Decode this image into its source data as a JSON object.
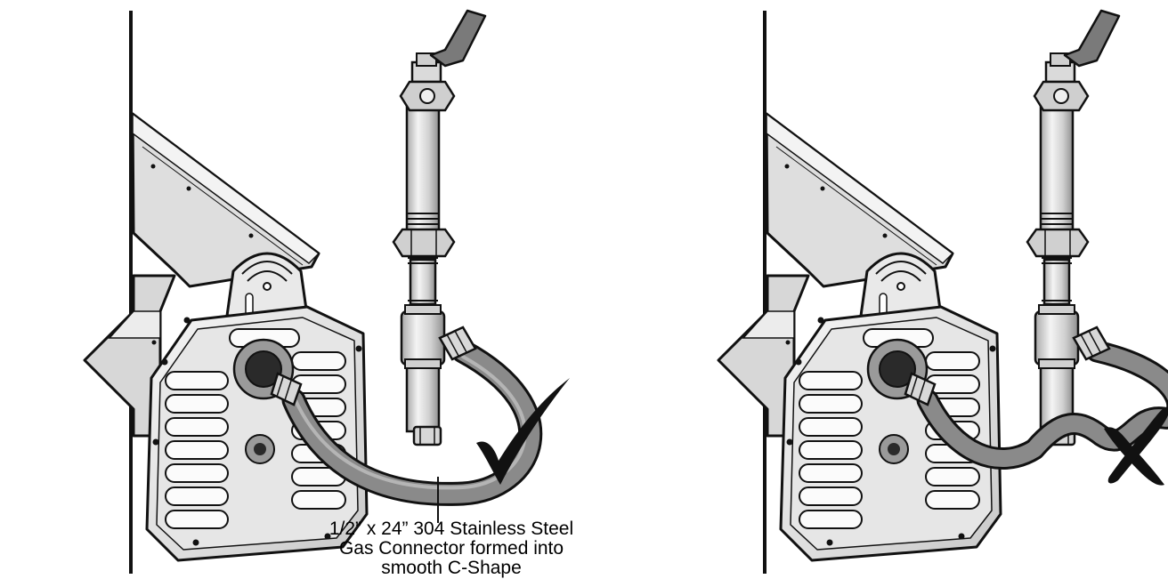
{
  "figure": {
    "caption": {
      "line1": "1/2” x 24” 304 Stainless Steel",
      "line2": "Gas Connector formed into",
      "line3": "smooth C-Shape"
    },
    "panels": [
      {
        "id": "correct",
        "status_mark": "checkmark-icon"
      },
      {
        "id": "incorrect",
        "status_mark": "cross-icon"
      }
    ],
    "colors": {
      "line": "#1a1a1a",
      "hose": "#8a8a8a",
      "hose_highlight": "#b5b5b5",
      "metal": "#d9d9d9",
      "metal_light": "#f2f2f2",
      "valve_handle": "#7a7a7a",
      "grommet": "#6e6e6e"
    }
  }
}
